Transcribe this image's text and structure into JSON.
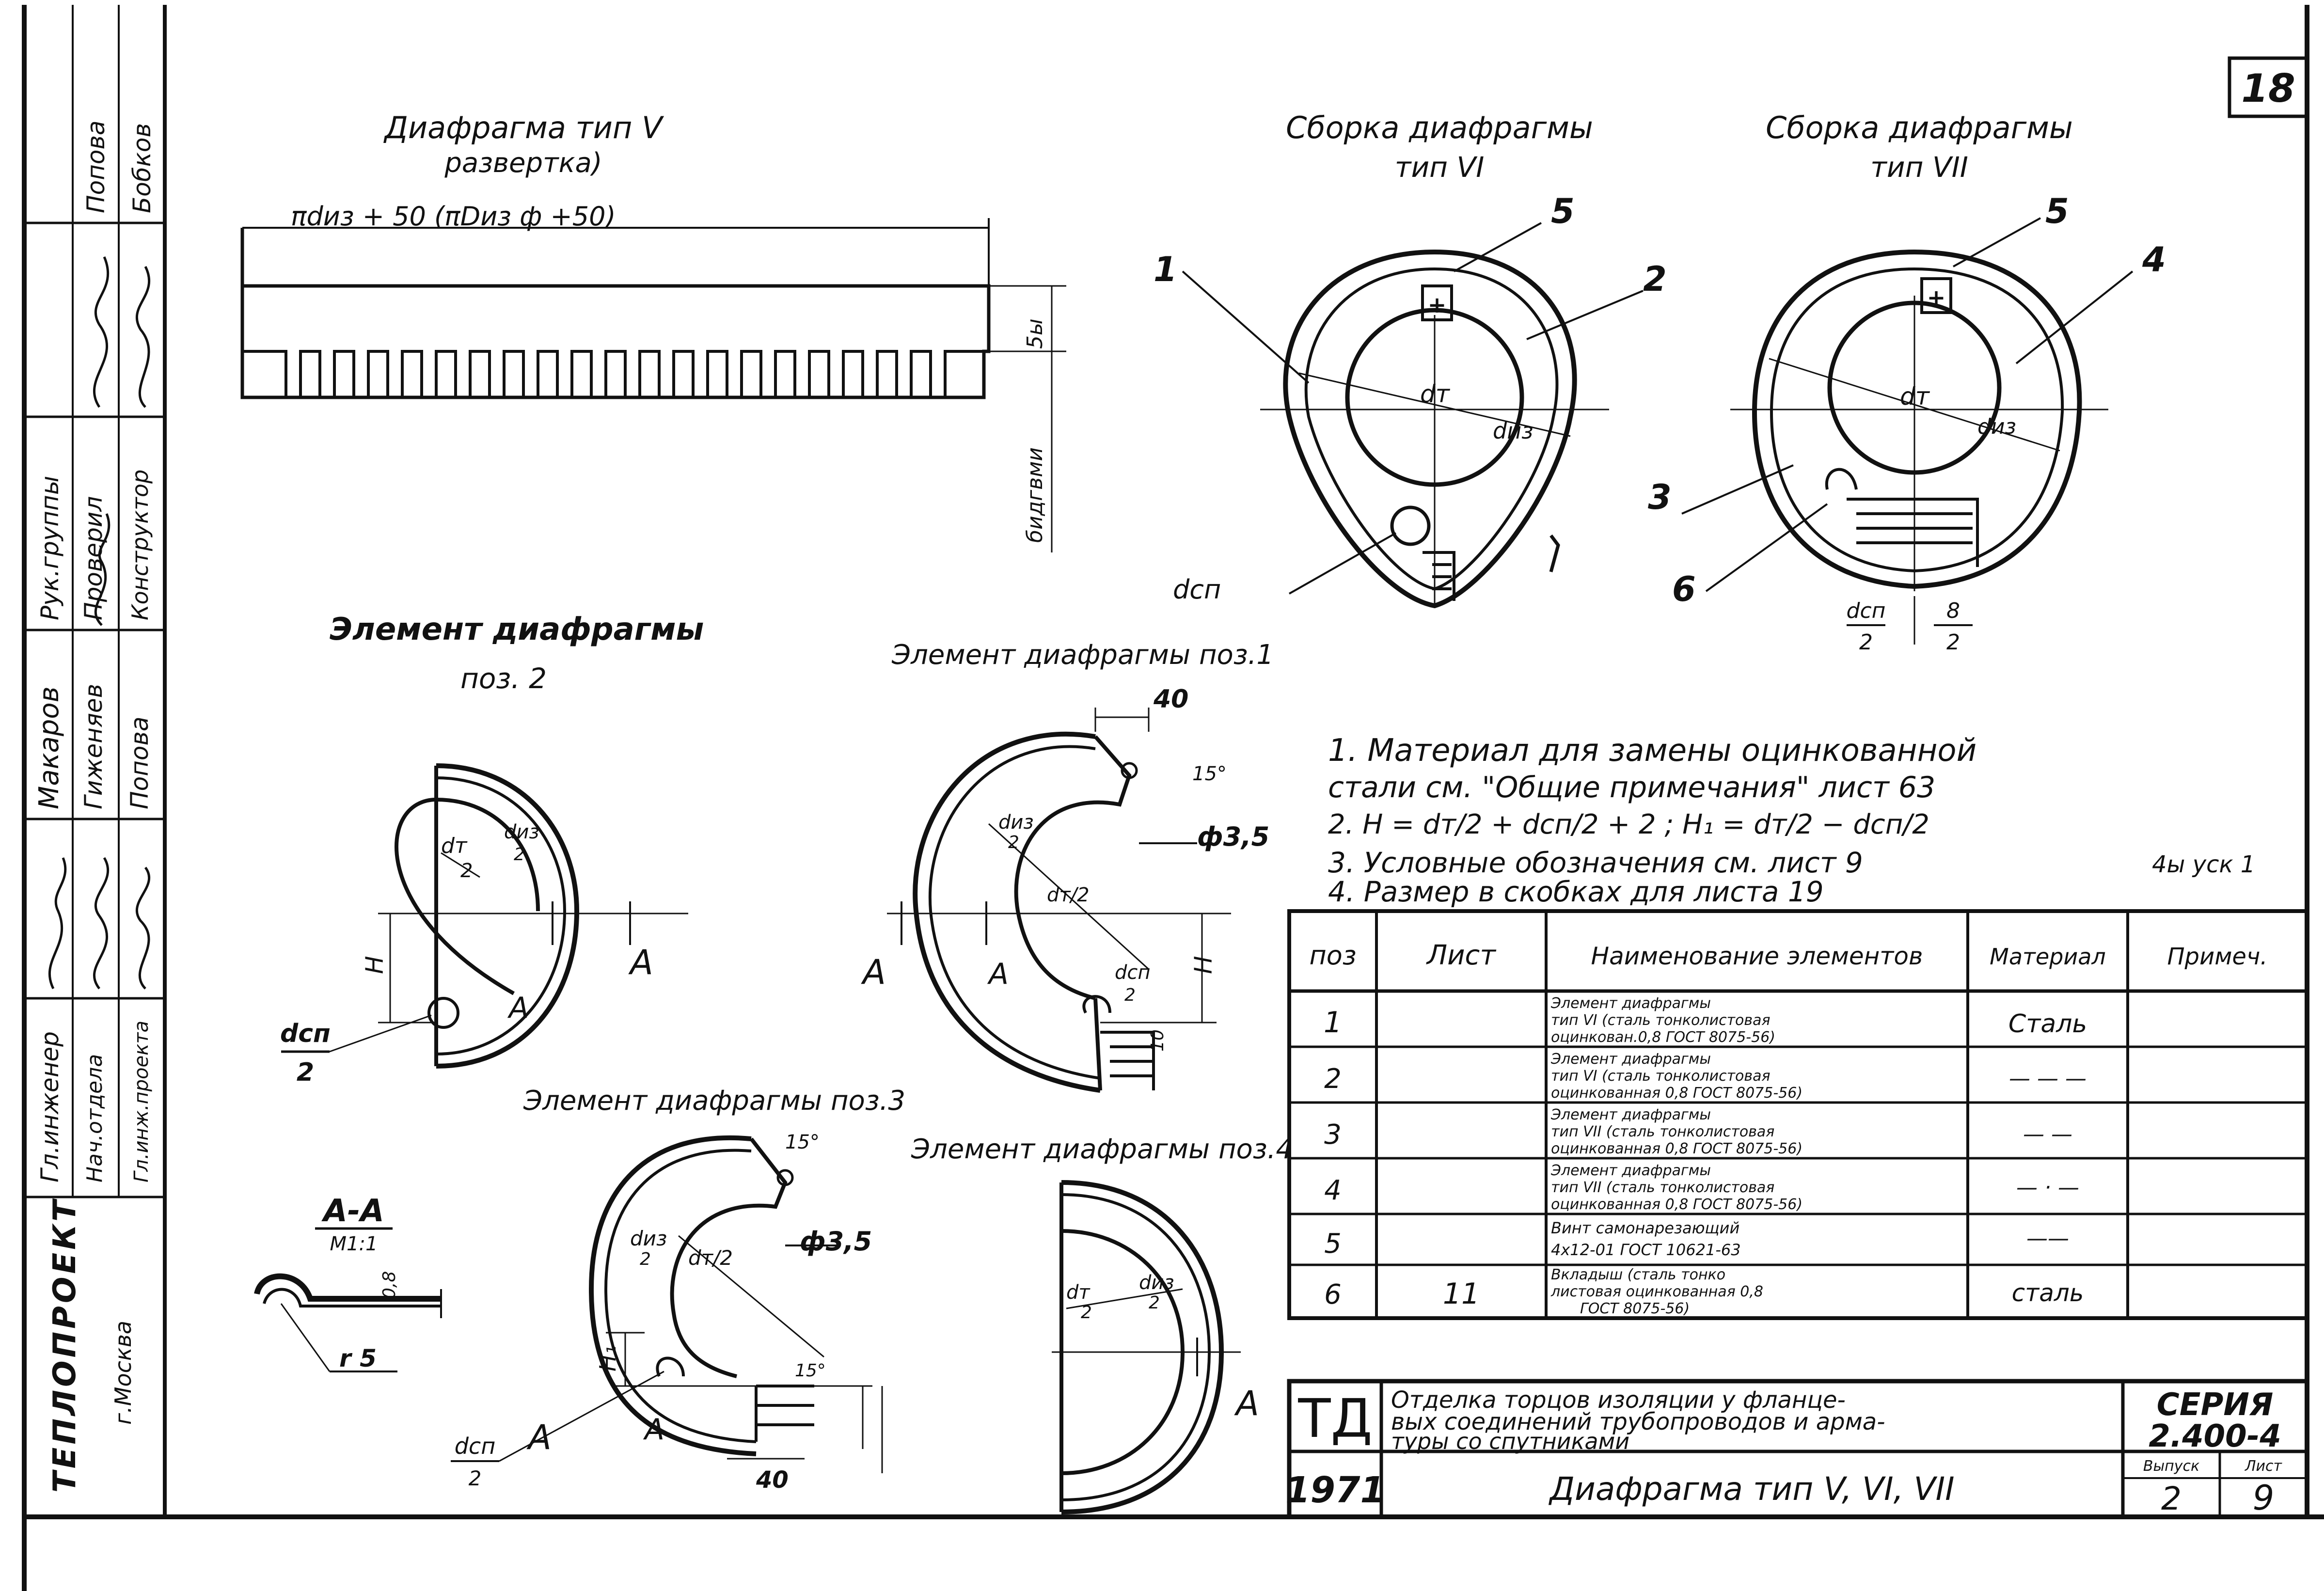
{
  "sheet_number": "18",
  "side_stamp": {
    "roles": [
      "Гл.инженер",
      "Нач.отдела",
      "Гл.инж.проекта"
    ],
    "roles2": [
      "Рук.группы",
      "Проверил",
      "Конструктор"
    ],
    "names1": [
      "Макаров",
      "Гиженяев",
      "Попова"
    ],
    "names2": [
      "Попова",
      "Бобков"
    ],
    "org": "ТЕПЛОПРОЕКТ",
    "city": "г.Москва"
  },
  "diaphragm_v": {
    "title_line1": "Диафрагма тип V",
    "title_line2": "развертка)",
    "dim_length": "πdиз + 50   (πDиз ф +50)",
    "dim_side": "5ы",
    "dim_vertical": "бидгвми"
  },
  "assembly_vi": {
    "title_line1": "Сборка диафрагмы",
    "title_line2": "тип VI",
    "callouts": [
      "1",
      "5",
      "2"
    ],
    "labels": [
      "dт",
      "dиз",
      "dсп"
    ]
  },
  "assembly_vii": {
    "title_line1": "Сборка диафрагмы",
    "title_line2": "тип VII",
    "callouts": [
      "5",
      "4",
      "3",
      "6"
    ],
    "labels": [
      "dт",
      "dиз"
    ],
    "dim_a_num": "dсп",
    "dim_a_den": "2",
    "dim_b_num": "8",
    "dim_b_den": "2"
  },
  "element_pos2": {
    "title_line1": "Элемент диафрагмы",
    "title_line2": "поз. 2",
    "labels": [
      "dт",
      "2",
      "dиз",
      "2",
      "Н",
      "А",
      "А"
    ],
    "dsp_num": "dсп",
    "dsp_den": "2"
  },
  "element_pos1": {
    "title": "Элемент диафрагмы поз.1",
    "labels": [
      "40",
      "15°",
      "ф3,5",
      "dиз",
      "2",
      "dт/2",
      "Н",
      "dсп",
      "2",
      "10",
      "А",
      "А"
    ]
  },
  "element_pos3": {
    "title": "Элемент диафрагмы поз.3",
    "labels": [
      "15°",
      "ф3,5",
      "dиз",
      "2",
      "dт/2",
      "Н₁",
      "15°",
      "40",
      "А",
      "А"
    ],
    "dsp_num": "dсп",
    "dsp_den": "2"
  },
  "element_pos4": {
    "title": "Элемент диафрагмы поз.4",
    "labels": [
      "dт",
      "2",
      "dиз",
      "2",
      "А"
    ]
  },
  "section_aa": {
    "title": "А-А",
    "scale": "М1:1",
    "thick": "0,8",
    "radius": "r 5"
  },
  "notes": [
    "1.  Материал для замены оцинкованной",
    "      стали см. \"Общие примечания\" лист 63",
    "2.  Н = dт/2 + dсп/2 + 2 ;  Н₁ = dт/2 − dсп/2",
    "3.  Условные обозначения см. лист 9",
    "4.  Размер в скобках для листа 19"
  ],
  "notes_extra": "4ы уск 1",
  "spec_table": {
    "headers": [
      "поз",
      "Лист",
      "Наименование элементов",
      "Материал",
      "Примеч."
    ],
    "rows": [
      {
        "pos": "1",
        "sheet": "",
        "name": [
          "Элемент диафрагмы",
          "тип VI (сталь тонколистовая",
          "оцинкован.0,8 ГОСТ 8075-56)"
        ],
        "material": "Сталь",
        "note": ""
      },
      {
        "pos": "2",
        "sheet": "",
        "name": [
          "Элемент диафрагмы",
          "тип VI (сталь тонколистовая",
          "оцинкованная 0,8 ГОСТ 8075-56)"
        ],
        "material": "— — —",
        "note": ""
      },
      {
        "pos": "3",
        "sheet": "",
        "name": [
          "Элемент диафрагмы",
          "тип VII (сталь тонколистовая",
          "оцинкованная 0,8 ГОСТ 8075-56)"
        ],
        "material": "— —",
        "note": ""
      },
      {
        "pos": "4",
        "sheet": "",
        "name": [
          "Элемент диафрагмы",
          "тип VII (сталь тонколистовая",
          "оцинкованная 0,8 ГОСТ 8075-56)"
        ],
        "material": "— · —",
        "note": ""
      },
      {
        "pos": "5",
        "sheet": "",
        "name": [
          "Винт самонарезающий",
          "4х12-01 ГОСТ 10621-63"
        ],
        "material": "——",
        "note": ""
      },
      {
        "pos": "6",
        "sheet": "11",
        "name": [
          "Вкладыш (сталь тонко",
          "листовая оцинкованная 0,8",
          "ГОСТ 8075-56)"
        ],
        "material": "сталь",
        "note": ""
      }
    ]
  },
  "title_block": {
    "td": "ТД",
    "year": "1971",
    "subject": [
      "Отделка торцов изоляции у фланце-",
      "вых соединений трубопроводов и арма-",
      "туры со спутниками"
    ],
    "drawing_title": "Диафрагма тип V, VI, VII",
    "series_label": "СЕРИЯ",
    "series_value": "2.400-4",
    "issue_label": "Выпуск",
    "issue_value": "2",
    "sheet_label": "Лист",
    "sheet_value": "9"
  }
}
